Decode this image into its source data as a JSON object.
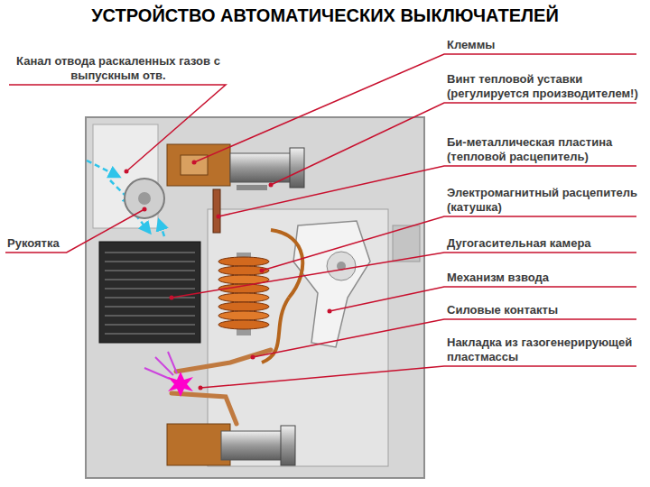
{
  "diagram": {
    "title": "УСТРОЙСТВО АВТОМАТИЧЕСКИХ ВЫКЛЮЧАТЕЛЕЙ",
    "labels": [
      "Клеммы",
      "Канал отвода раскаленных газов с выпускным отв.",
      "Винт тепловой уставки (регулируется производителем!)",
      "Би-металлическая пластина (тепловой расцепитель)",
      "Электромагнитный расцепитель (катушка)",
      "Рукоятка",
      "Дугогасительная камера",
      "Механизм взвода",
      "Силовые контакты",
      "Накладка из газогенерирующей пластмассы"
    ]
  }
}
